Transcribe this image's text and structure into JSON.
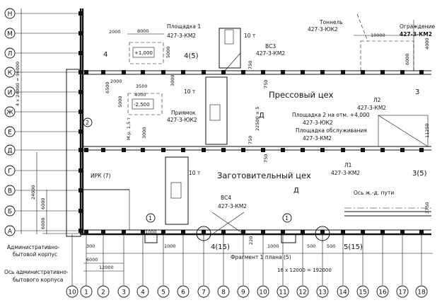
{
  "drawing": {
    "row_axes": [
      "Н",
      "М",
      "Л",
      "К",
      "И",
      "Ж",
      "Е",
      "Д",
      "Г",
      "В",
      "Б",
      "А"
    ],
    "column_axes": [
      "10",
      "1",
      "2",
      "3",
      "4",
      "5",
      "6",
      "7",
      "8",
      "9",
      "10",
      "11",
      "12",
      "13",
      "14",
      "15",
      "16",
      "17",
      "18"
    ],
    "rooms": {
      "press_shop": "Прессовый цех",
      "blank_shop": "Заготовительный цех",
      "room_mark": "Д"
    },
    "labels": {
      "tunnel": "Тоннель",
      "tunnel_ref": "427-3-ЮК2",
      "fence": "Ограждение",
      "fence_ref": "427-3-КМ2",
      "platform1": "Площадка 1",
      "platform1_ref": "427-3-КМ2",
      "vs3": "ВС3",
      "vs3_ref": "427-3-КМ2",
      "pit": "Приямок",
      "pit_ref": "427-3-ЮК2",
      "platform2": "Площадка 2 на отм. +4,000",
      "platform2_ref": "427-3-ЮК2",
      "service_platform": "Площадка обслуживания",
      "service_ref": "427-3-КМ2",
      "l2": "Л2",
      "l2_ref": "427-3-КМ2",
      "l1": "Л1",
      "l1_ref": "427-3-КМ2",
      "irk": "ИРК (7)",
      "vs4": "ВС4",
      "vs4_ref": "427-3-КМ2",
      "railway_axis": "Ось ж.-д. пути",
      "admin_building": "Административно-",
      "admin_building_2": "бытовой корпус",
      "admin_axis": "Ось административно-",
      "admin_axis_2": "бытового корпуса",
      "fragment": "Фрагмент 1 плана (5)",
      "crane_10t": "10 т",
      "elev_plus": "+1,000",
      "elev_minus": "-2,500",
      "mark_15": "М.р. 1,5 т"
    },
    "dimensions": {
      "d2000a": "2000",
      "d8000": "8000",
      "d5000": "5000",
      "d3500": "3500",
      "d2000b": "2000",
      "d4000": "4000",
      "d10000": "10000",
      "d6000r": "6000",
      "d4000r": "4000",
      "d11250": "11250",
      "d3750": "3750",
      "d3000a": "3000",
      "d3000b": "3000",
      "d5000b": "5000",
      "d6500": "6500",
      "d750a": "750",
      "d750b": "750",
      "d750c": "750",
      "d750d": "750",
      "d22500": "22500 ± 5",
      "d300": "300",
      "d6000": "6000",
      "d12000": "12000",
      "d1000a": "1000",
      "d1000b": "1000",
      "d1000c": "1000",
      "d220": "220",
      "d500a": "500",
      "d500b": "500",
      "total": "16 х 12000 = 192000",
      "left_total": "4 х 24000 = 96000",
      "left_24000": "24000",
      "left_6000a": "6000",
      "left_6000b": "6000"
    },
    "callouts": {
      "sec4": "4",
      "sec4r": "4(5)",
      "sec3": "3",
      "sec3r": "3(5)",
      "c2": "2",
      "c1a": "1",
      "c1b": "1",
      "node4": "4(15)",
      "node5": "5(15)"
    }
  }
}
